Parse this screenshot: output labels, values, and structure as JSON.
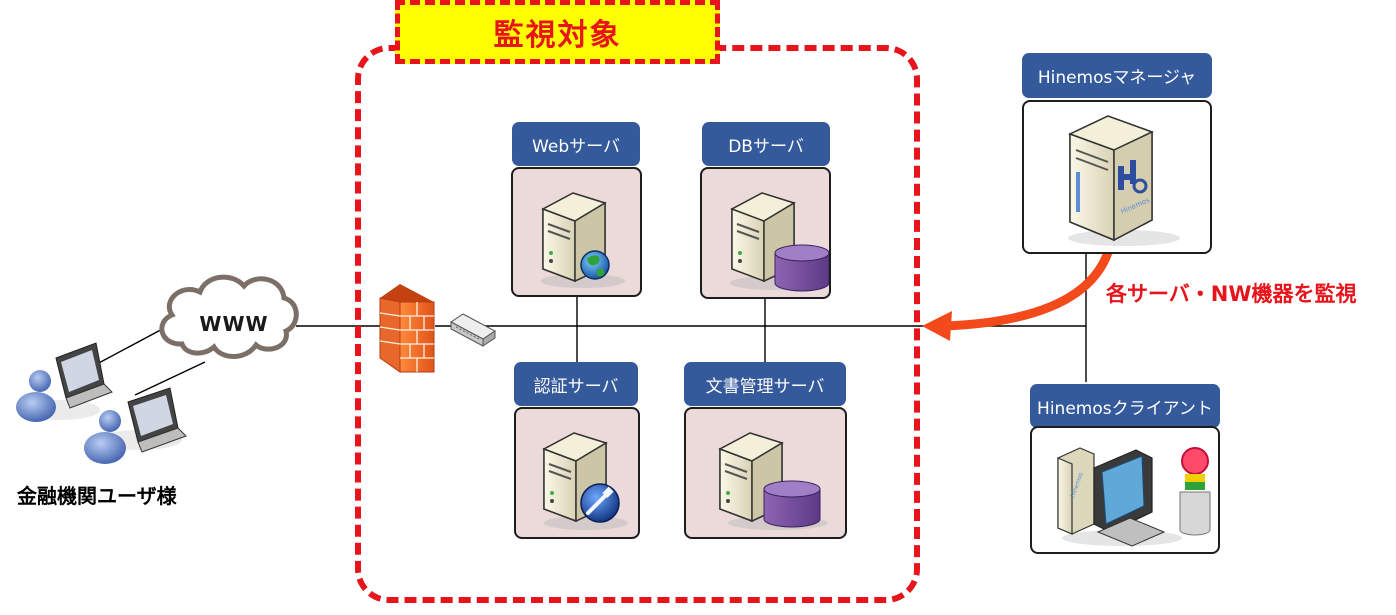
{
  "zone": {
    "title": "監視対象",
    "border_color": "#e8141b",
    "title_bg": "#ffff00"
  },
  "internet": {
    "label": "WWW"
  },
  "users": {
    "label": "金融機関ユーザ様"
  },
  "servers": [
    {
      "label": "Webサーバ",
      "icon": "globe-icon"
    },
    {
      "label": "DBサーバ",
      "icon": "database-icon"
    },
    {
      "label": "認証サーバ",
      "icon": "auth-plug-icon"
    },
    {
      "label": "文書管理サーバ",
      "icon": "database-icon"
    }
  ],
  "manager": {
    "label": "Hinemosマネージャ"
  },
  "client": {
    "label": "Hinemosクライアント"
  },
  "annotation": {
    "text": "各サーバ・NW機器を監視"
  },
  "colors": {
    "label_bg": "#355a9c",
    "card_bg": "#ecd9d9",
    "accent": "#e8141b"
  }
}
